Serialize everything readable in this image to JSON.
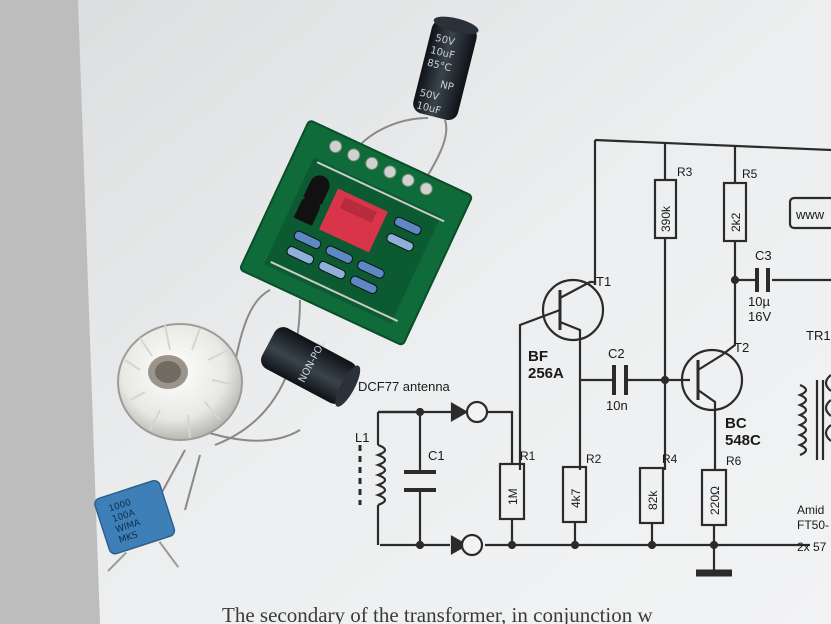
{
  "schematic": {
    "antenna_label": "DCF77 antenna",
    "components": {
      "L1": "L1",
      "C1": "C1",
      "R1": {
        "name": "R1",
        "value": "1M"
      },
      "R2": {
        "name": "R2",
        "value": "4k7"
      },
      "R3": {
        "name": "R3",
        "value": "390k"
      },
      "R4": {
        "name": "R4",
        "value": "82k"
      },
      "R5": {
        "name": "R5",
        "value": "2k2"
      },
      "R6": {
        "name": "R6",
        "value": "220Ω"
      },
      "T1": {
        "name": "T1",
        "type_line1": "BF",
        "type_line2": "256A"
      },
      "T2": {
        "name": "T2",
        "type_line1": "BC",
        "type_line2": "548C"
      },
      "C2": {
        "name": "C2",
        "value": "10n"
      },
      "C3": {
        "name": "C3",
        "value_line1": "10µ",
        "value_line2": "16V"
      },
      "TR1": "TR1"
    },
    "right_edge": {
      "line1": "Amid",
      "line2": "FT50-",
      "line3": "2x 57"
    },
    "web_box": "www"
  },
  "body_text": "The secondary of the transformer, in conjunction w",
  "capacitor_top": {
    "line1": "50V",
    "line2": "10uF",
    "line3": "85°C",
    "line4": "NP",
    "line5": "50V",
    "line6": "10uF"
  },
  "capacitor_bottom": {
    "line1": "NON-POL"
  },
  "wima_cap": {
    "line1": "1000",
    "line2": "100A",
    "line3": "WIMA",
    "line4": "MKS"
  },
  "colors": {
    "paper": "#eef0f1",
    "pcb": "#0f6b3a",
    "relay": "#d8344a",
    "capacitor": "#1c2329",
    "wima": "#3f7fb8",
    "toroid": "#f2f2ee"
  }
}
